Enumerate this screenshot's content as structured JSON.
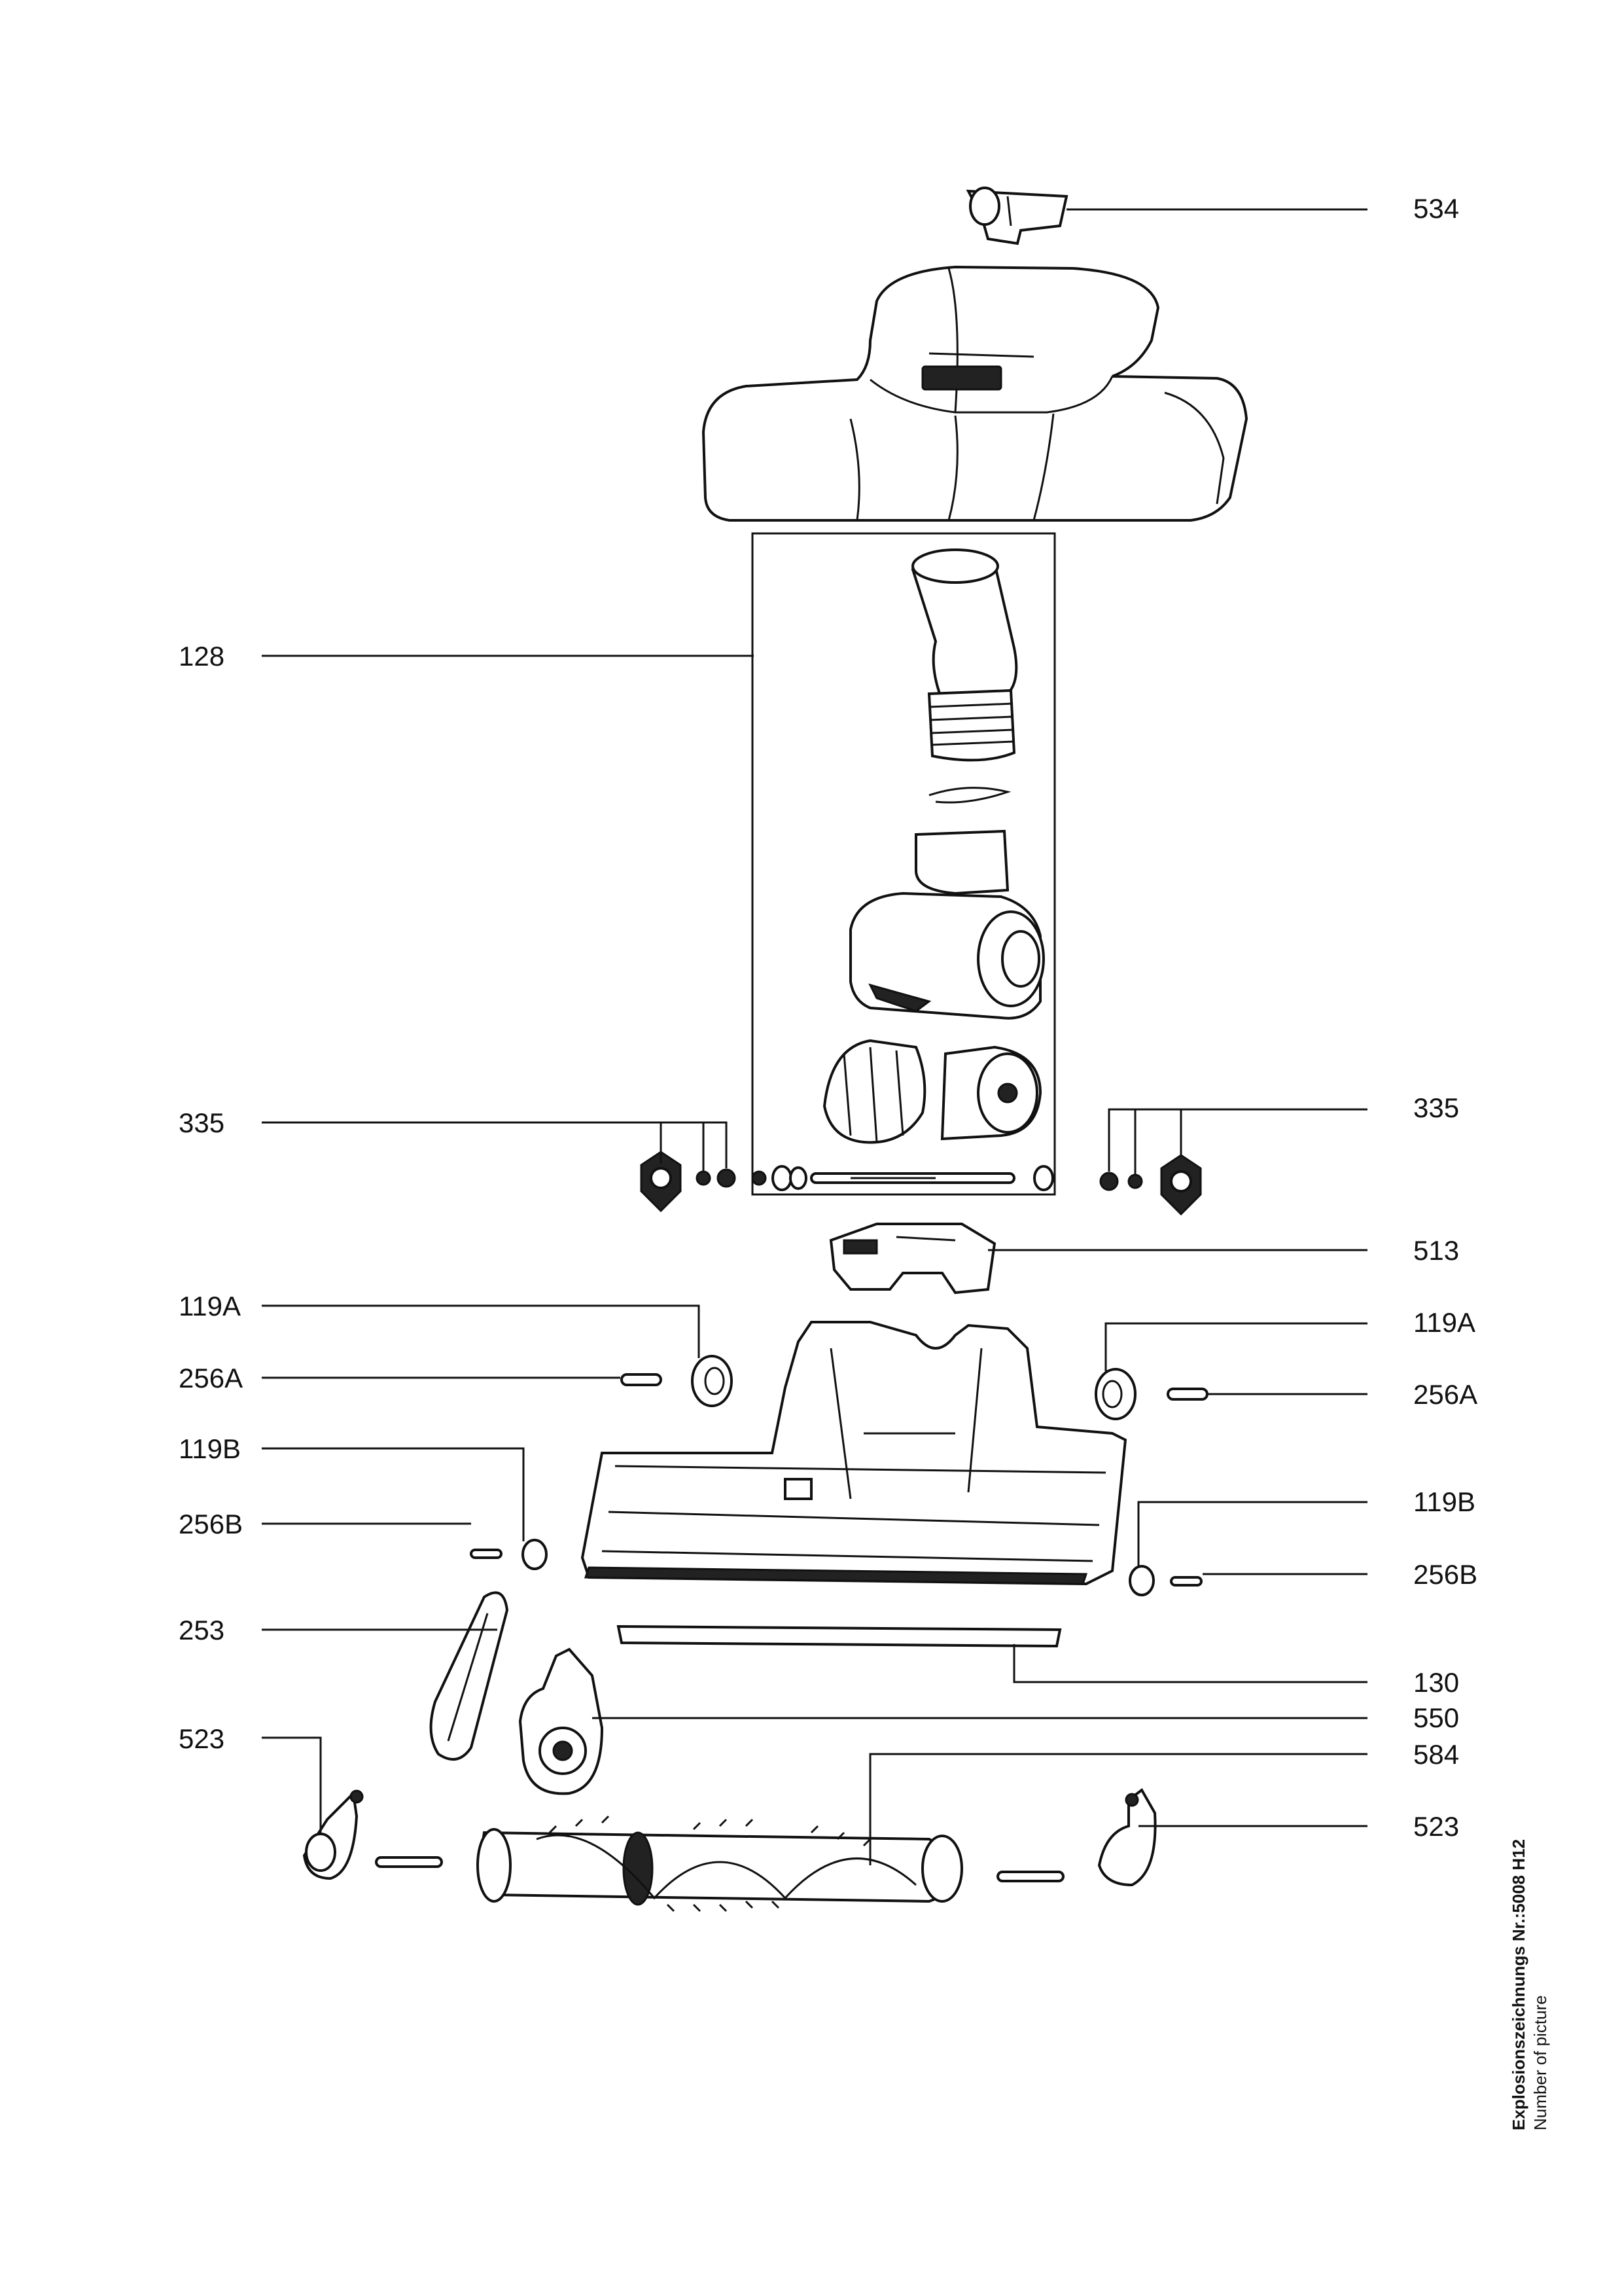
{
  "labels": {
    "l534": "534",
    "l128": "128",
    "l335_left": "335",
    "l335_right": "335",
    "l513": "513",
    "l119A_left": "119A",
    "l119A_right": "119A",
    "l256A_left": "256A",
    "l256A_right": "256A",
    "l119B_left": "119B",
    "l119B_right": "119B",
    "l256B_left": "256B",
    "l256B_right": "256B",
    "l253": "253",
    "l130": "130",
    "l550": "550",
    "l584": "584",
    "l523_left": "523",
    "l523_right": "523"
  },
  "caption": {
    "title": "Explosionszeichnungs Nr.:5008 H12",
    "subtitle": "Number of picture"
  }
}
